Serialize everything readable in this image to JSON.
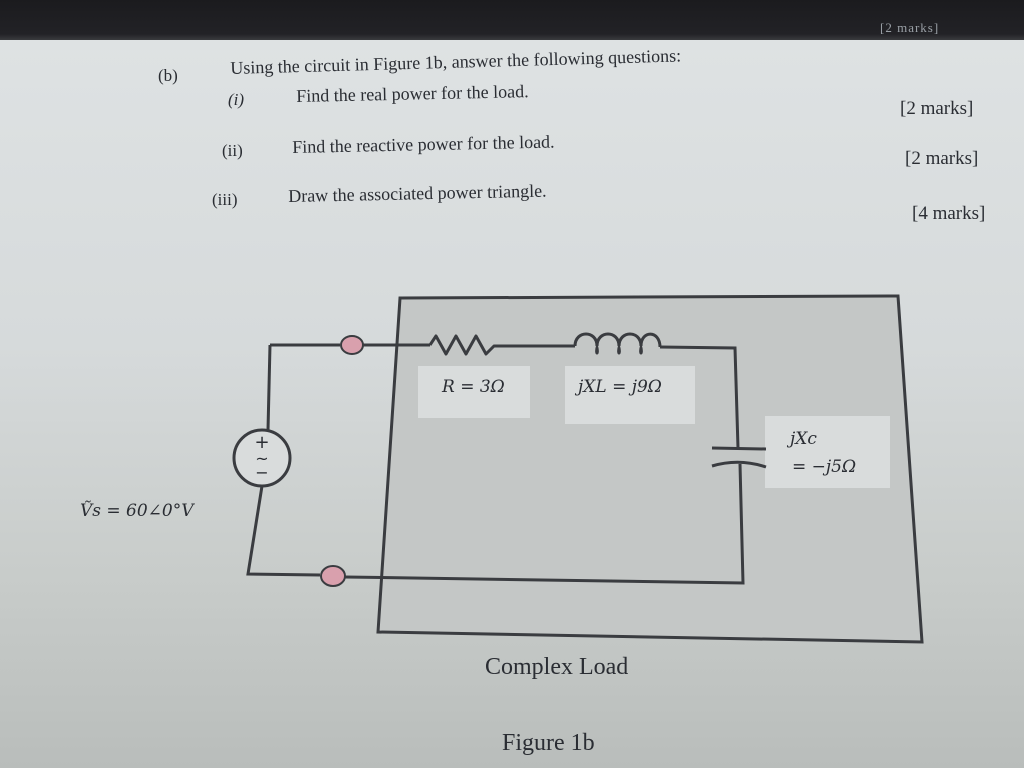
{
  "header": {
    "corner_marks": "[2 marks]"
  },
  "question": {
    "label": "(b)",
    "stem": "Using the circuit in Figure 1b, answer the following questions:",
    "parts": [
      {
        "num": "(i)",
        "text": "Find the real power for the load.",
        "marks": "[2 marks]"
      },
      {
        "num": "(ii)",
        "text": "Find the reactive power for the load.",
        "marks": "[2 marks]"
      },
      {
        "num": "(iii)",
        "text": "Draw the associated power triangle.",
        "marks": "[4 marks]"
      }
    ]
  },
  "figure": {
    "source_label": "Ṽs = 60∠0°V",
    "source_symbol_plus": "+",
    "source_symbol_tilde": "~",
    "source_symbol_minus": "−",
    "resistor_label": "R = 3Ω",
    "inductor_label": "jXL = j9Ω",
    "capacitor_label_line1": "jXc",
    "capacitor_label_line2": "= −j5Ω",
    "load_caption": "Complex Load",
    "figure_caption": "Figure 1b"
  }
}
